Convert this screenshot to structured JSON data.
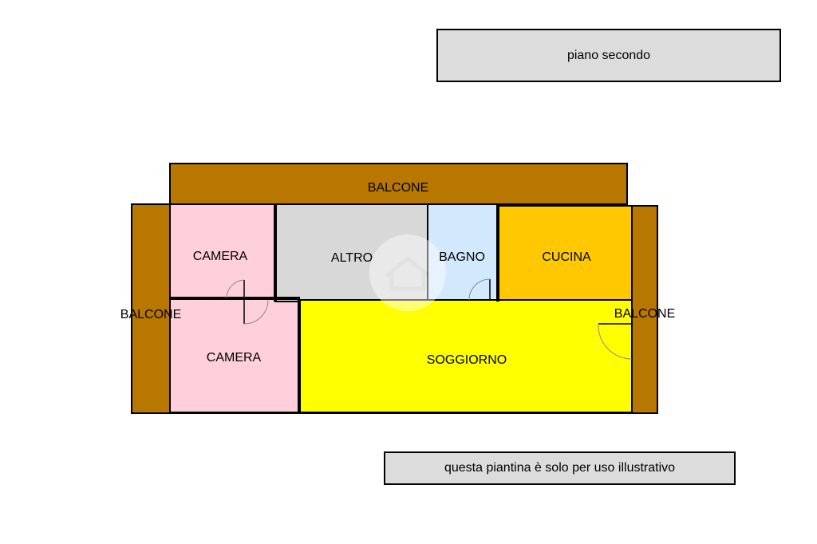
{
  "header": {
    "floor_label": "piano secondo"
  },
  "footer": {
    "disclaimer": "questa piantina è solo per uso illustrativo"
  },
  "rooms": {
    "balcone_top": "BALCONE",
    "balcone_left": "BALCONE",
    "balcone_right": "BALCONE",
    "camera_top": "CAMERA",
    "camera_bottom": "CAMERA",
    "altro": "ALTRO",
    "bagno": "BAGNO",
    "cucina": "CUCINA",
    "soggiorno": "SOGGIORNO"
  },
  "colors": {
    "balcone": "#b87800",
    "camera": "#ffd0dc",
    "altro": "#d8d8d8",
    "bagno": "#d2e8fc",
    "cucina": "#ffc800",
    "soggiorno": "#ffff00",
    "label_box": "#dcdcdc"
  }
}
